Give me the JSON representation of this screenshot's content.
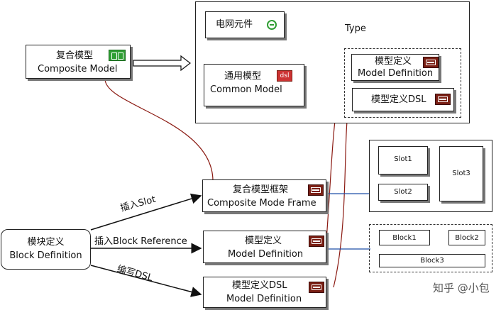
{
  "grid_component": {
    "label": "电网元件"
  },
  "type_label": "Type",
  "composite_model": {
    "title_cn": "复合模型",
    "title_en": "Composite Model"
  },
  "common_model": {
    "title_cn": "通用模型",
    "title_en": "Common Model",
    "icon_text": "dsl"
  },
  "model_def_top": {
    "title_cn": "模型定义",
    "title_en": "Model Definition"
  },
  "model_def_dsl_top": {
    "title_cn": "模型定义DSL"
  },
  "block_definition": {
    "title_cn": "模块定义",
    "title_en": "Block Definition"
  },
  "composite_frame": {
    "title_cn": "复合模型框架",
    "title_en": "Composite Mode Frame"
  },
  "model_def_mid": {
    "title_cn": "模型定义",
    "title_en": "Model Definition"
  },
  "model_def_dsl_bottom": {
    "title_cn": "模型定义DSL",
    "title_en": "Model Definition"
  },
  "edges": {
    "insert_slot": "插入Slot",
    "insert_block_ref": "插入Block Reference",
    "write_dsl": "编写DSL"
  },
  "slots": [
    "Slot1",
    "Slot2",
    "Slot3"
  ],
  "blocks": [
    "Block1",
    "Block2",
    "Block3"
  ],
  "watermark": "知乎 @小包"
}
